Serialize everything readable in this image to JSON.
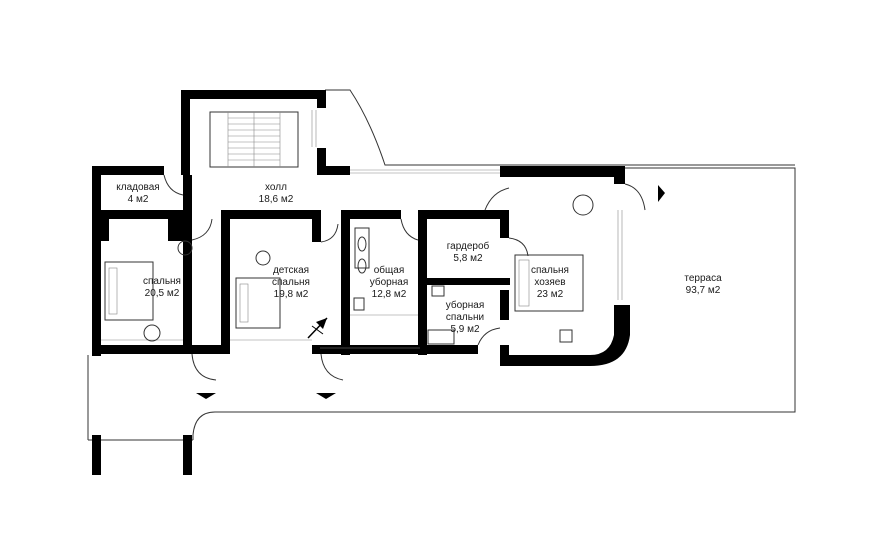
{
  "rooms": [
    {
      "id": "storage",
      "name": "кладовая",
      "area": "4 м2"
    },
    {
      "id": "hall",
      "name": "холл",
      "area": "18,6 м2"
    },
    {
      "id": "bedroom",
      "name": "спальня",
      "area": "20,5 м2"
    },
    {
      "id": "kids-bedroom",
      "name_line1": "детская",
      "name_line2": "спальня",
      "area": "19,8 м2"
    },
    {
      "id": "common-bathroom",
      "name_line1": "общая",
      "name_line2": "уборная",
      "area": "12,8 м2"
    },
    {
      "id": "wardrobe",
      "name": "гардероб",
      "area": "5,8 м2"
    },
    {
      "id": "bedroom-bathroom",
      "name_line1": "уборная",
      "name_line2": "спальни",
      "area": "5,9 м2"
    },
    {
      "id": "master-bedroom",
      "name_line1": "спальня",
      "name_line2": "хозяев",
      "area": "23 м2"
    },
    {
      "id": "terrace",
      "name": "терраса",
      "area": "93,7 м2"
    }
  ],
  "colors": {
    "wall": "#000000",
    "line": "#333333",
    "background": "#ffffff"
  },
  "icons": [
    "north-arrow-icon",
    "section-arrow-icon"
  ]
}
